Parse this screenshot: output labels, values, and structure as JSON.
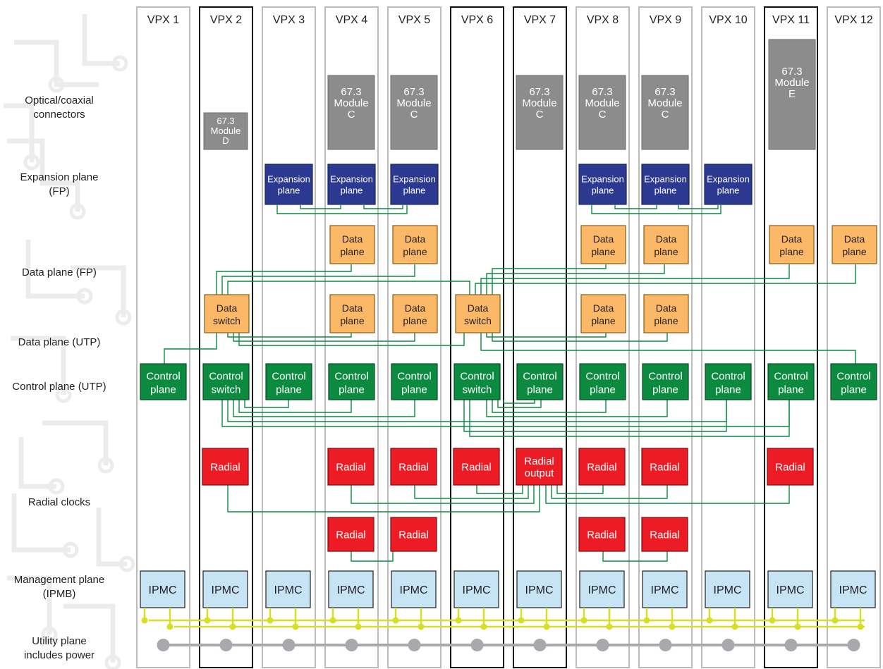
{
  "slots": [
    "VPX 1",
    "VPX 2",
    "VPX 3",
    "VPX 4",
    "VPX 5",
    "VPX 6",
    "VPX 7",
    "VPX 8",
    "VPX 9",
    "VPX 10",
    "VPX 11",
    "VPX 12"
  ],
  "highlighted_slots": [
    2,
    6,
    7,
    11
  ],
  "row_labels": {
    "optical": [
      "Optical/coaxial",
      "connectors"
    ],
    "expansion": [
      "Expansion plane",
      "(FP)"
    ],
    "data_fp": [
      "Data plane (FP)"
    ],
    "data_utp": [
      "Data plane (UTP)"
    ],
    "control": [
      "Control plane (UTP)"
    ],
    "radial": [
      "Radial clocks"
    ],
    "management": [
      "Management plane",
      "(IPMB)"
    ],
    "utility": [
      "Utility plane",
      "includes power"
    ]
  },
  "modules": [
    {
      "slot": 2,
      "lines": [
        "67.3",
        "Module",
        "D"
      ]
    },
    {
      "slot": 4,
      "lines": [
        "67.3",
        "Module",
        "C"
      ]
    },
    {
      "slot": 5,
      "lines": [
        "67.3",
        "Module",
        "C"
      ]
    },
    {
      "slot": 7,
      "lines": [
        "67.3",
        "Module",
        "C"
      ]
    },
    {
      "slot": 8,
      "lines": [
        "67.3",
        "Module",
        "C"
      ]
    },
    {
      "slot": 9,
      "lines": [
        "67.3",
        "Module",
        "C"
      ]
    },
    {
      "slot": 11,
      "lines": [
        "67.3",
        "Module",
        "E"
      ]
    }
  ],
  "expansion_blocks": {
    "slots": [
      3,
      4,
      5,
      8,
      9,
      10
    ],
    "lines": [
      "Expansion",
      "plane"
    ]
  },
  "data_fp_blocks": {
    "slots": [
      4,
      5,
      8,
      9,
      11,
      12
    ],
    "lines": [
      "Data",
      "plane"
    ]
  },
  "data_utp_blocks": [
    {
      "slot": 2,
      "lines": [
        "Data",
        "switch"
      ]
    },
    {
      "slot": 4,
      "lines": [
        "Data",
        "plane"
      ]
    },
    {
      "slot": 5,
      "lines": [
        "Data",
        "plane"
      ]
    },
    {
      "slot": 6,
      "lines": [
        "Data",
        "switch"
      ]
    },
    {
      "slot": 8,
      "lines": [
        "Data",
        "plane"
      ]
    },
    {
      "slot": 9,
      "lines": [
        "Data",
        "plane"
      ]
    }
  ],
  "control_blocks": [
    {
      "slot": 1,
      "lines": [
        "Control",
        "plane"
      ]
    },
    {
      "slot": 2,
      "lines": [
        "Control",
        "switch"
      ]
    },
    {
      "slot": 3,
      "lines": [
        "Control",
        "plane"
      ]
    },
    {
      "slot": 4,
      "lines": [
        "Control",
        "plane"
      ]
    },
    {
      "slot": 5,
      "lines": [
        "Control",
        "plane"
      ]
    },
    {
      "slot": 6,
      "lines": [
        "Control",
        "switch"
      ]
    },
    {
      "slot": 7,
      "lines": [
        "Control",
        "plane"
      ]
    },
    {
      "slot": 8,
      "lines": [
        "Control",
        "plane"
      ]
    },
    {
      "slot": 9,
      "lines": [
        "Control",
        "plane"
      ]
    },
    {
      "slot": 10,
      "lines": [
        "Control",
        "plane"
      ]
    },
    {
      "slot": 11,
      "lines": [
        "Control",
        "plane"
      ]
    },
    {
      "slot": 12,
      "lines": [
        "Control",
        "plane"
      ]
    }
  ],
  "radial_upper": [
    {
      "slot": 2,
      "lines": [
        "Radial"
      ]
    },
    {
      "slot": 4,
      "lines": [
        "Radial"
      ]
    },
    {
      "slot": 5,
      "lines": [
        "Radial"
      ]
    },
    {
      "slot": 6,
      "lines": [
        "Radial"
      ]
    },
    {
      "slot": 7,
      "lines": [
        "Radial",
        "output"
      ]
    },
    {
      "slot": 8,
      "lines": [
        "Radial"
      ]
    },
    {
      "slot": 9,
      "lines": [
        "Radial"
      ]
    },
    {
      "slot": 11,
      "lines": [
        "Radial"
      ]
    }
  ],
  "radial_lower": {
    "slots": [
      4,
      5,
      8,
      9
    ],
    "lines": [
      "Radial"
    ]
  },
  "ipmc": {
    "slots": [
      1,
      2,
      3,
      4,
      5,
      6,
      7,
      8,
      9,
      10,
      11,
      12
    ],
    "lines": [
      "IPMC"
    ]
  },
  "colors": {
    "module": "#8c8c8c",
    "expansion": "#2b3990",
    "data": "#fbb867",
    "control": "#0b8a40",
    "radial": "#ed1c24",
    "ipmc": "#c7e4f5",
    "interconnect": "#0b8a40",
    "ipmb": "#d7df23",
    "utility": "#a7a9ac",
    "slot_border": "#bcbcbc",
    "slot_border_highlight": "#111111"
  }
}
